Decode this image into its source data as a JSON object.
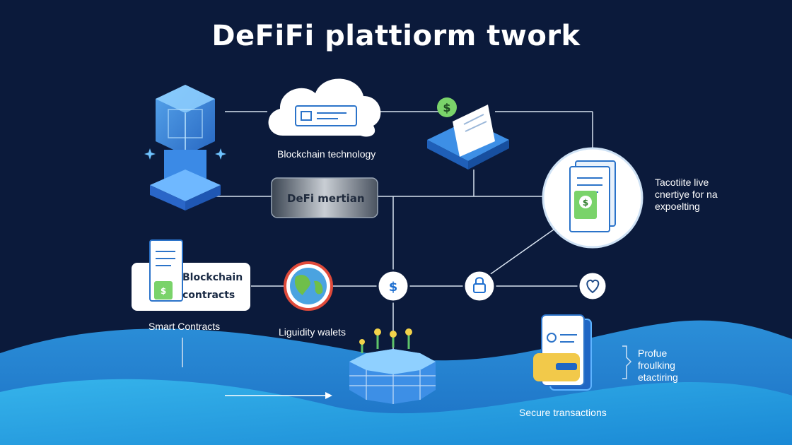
{
  "title": "DeFiFi plattiorm twork",
  "labels": {
    "blockchain_technology": "Blockchain technology",
    "defi_pill": "DeFi mertian",
    "right_desc_1": "Tacotiite live",
    "right_desc_2": "cnertiye for na",
    "right_desc_3": "expoelting",
    "card_line_1": "Blockchain",
    "card_line_2": "contracts",
    "smart_contracts": "Smart Contracts",
    "liquidity": "Liguidity walets",
    "profue_1": "Profue",
    "profue_2": "froulking",
    "profue_3": "etactiring",
    "secure": "Secure transactions"
  },
  "colors": {
    "background": "#0b1a3b",
    "wave_light": "#29a3e0",
    "wave_dark": "#1565c0",
    "accent_blue": "#3d8fe6",
    "money_green": "#7ad36a",
    "line": "#d7e2f0"
  },
  "icons": [
    "cube-tower-icon",
    "cloud-server-icon",
    "payment-card-tray-icon",
    "document-money-icon",
    "smart-contract-card-icon",
    "globe-icon",
    "dollar-icon",
    "lock-icon",
    "heart-icon",
    "network-globe-icon",
    "secure-card-stack-icon",
    "sparkle-icon"
  ]
}
